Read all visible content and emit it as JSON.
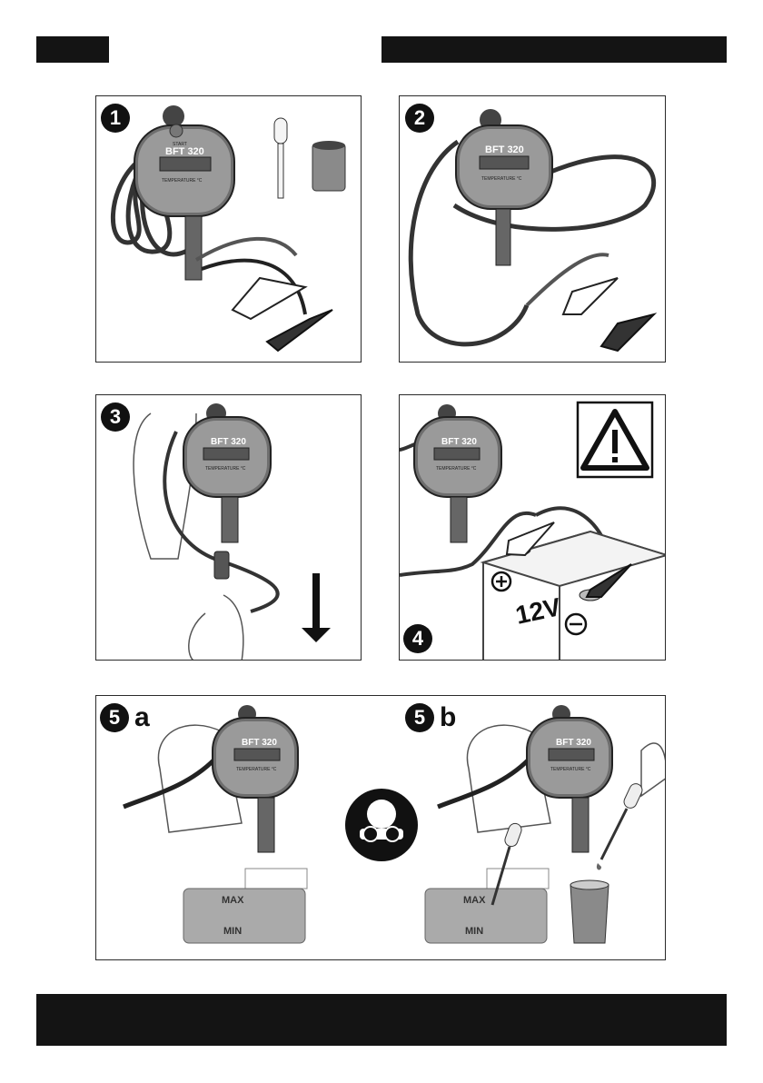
{
  "panels": {
    "p1": {
      "step": "1"
    },
    "p2": {
      "step": "2"
    },
    "p3": {
      "step": "3"
    },
    "p4": {
      "step": "4"
    },
    "p5a": {
      "step": "5",
      "suffix": "a"
    },
    "p5b": {
      "step": "5",
      "suffix": "b"
    }
  },
  "device": {
    "model": "BFT 320",
    "start": "START",
    "temp": "TEMPERATURE °C"
  },
  "battery": {
    "voltage": "12V"
  },
  "reservoir": {
    "max": "MAX",
    "min": "MIN"
  },
  "colors": {
    "bars": "#141414",
    "device": "#8c8c8c",
    "fluid": "#aaaaaa"
  }
}
